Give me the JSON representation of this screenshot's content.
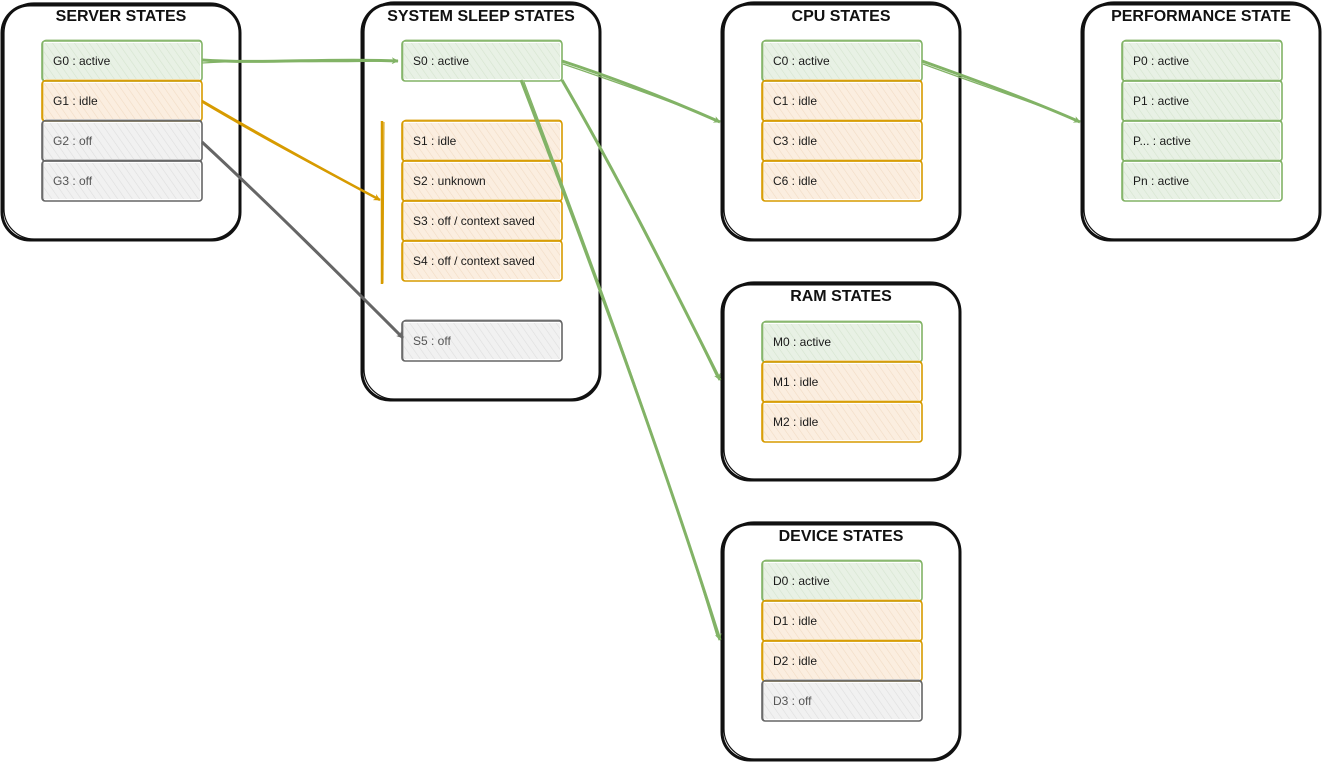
{
  "colors": {
    "active": {
      "stroke": "#82b366",
      "fill": "#e8f1e5",
      "text": "#1a1a1a"
    },
    "idle": {
      "stroke": "#d79b00",
      "fill": "#fbeee0",
      "text": "#1a1a1a"
    },
    "off": {
      "stroke": "#666666",
      "fill": "#f1f1f1",
      "text": "#555555"
    },
    "group_border": "#111111"
  },
  "groups": [
    {
      "id": "server",
      "title": "SERVER STATES",
      "states": [
        {
          "id": "G0",
          "label": "G0 : active",
          "kind": "active"
        },
        {
          "id": "G1",
          "label": "G1 : idle",
          "kind": "idle"
        },
        {
          "id": "G2",
          "label": "G2 : off",
          "kind": "off"
        },
        {
          "id": "G3",
          "label": "G3 : off",
          "kind": "off"
        }
      ]
    },
    {
      "id": "sleep",
      "title": "SYSTEM SLEEP STATES",
      "states": [
        {
          "id": "S0",
          "label": "S0 : active",
          "kind": "active"
        },
        {
          "id": "S1",
          "label": "S1 : idle",
          "kind": "idle"
        },
        {
          "id": "S2",
          "label": "S2 : unknown",
          "kind": "idle"
        },
        {
          "id": "S3",
          "label": "S3 : off / context saved",
          "kind": "idle"
        },
        {
          "id": "S4",
          "label": "S4 : off / context saved",
          "kind": "idle"
        },
        {
          "id": "S5",
          "label": "S5 : off",
          "kind": "off"
        }
      ]
    },
    {
      "id": "cpu",
      "title": "CPU STATES",
      "states": [
        {
          "id": "C0",
          "label": "C0 : active",
          "kind": "active"
        },
        {
          "id": "C1",
          "label": "C1 : idle",
          "kind": "idle"
        },
        {
          "id": "C3",
          "label": "C3 : idle",
          "kind": "idle"
        },
        {
          "id": "C6",
          "label": "C6 : idle",
          "kind": "idle"
        }
      ]
    },
    {
      "id": "perf",
      "title": "PERFORMANCE STATE",
      "states": [
        {
          "id": "P0",
          "label": "P0 : active",
          "kind": "active"
        },
        {
          "id": "P1",
          "label": "P1 : active",
          "kind": "active"
        },
        {
          "id": "Pdots",
          "label": "P... : active",
          "kind": "active"
        },
        {
          "id": "Pn",
          "label": "Pn : active",
          "kind": "active"
        }
      ]
    },
    {
      "id": "ram",
      "title": "RAM STATES",
      "states": [
        {
          "id": "M0",
          "label": "M0 : active",
          "kind": "active"
        },
        {
          "id": "M1",
          "label": "M1 : idle",
          "kind": "idle"
        },
        {
          "id": "M2",
          "label": "M2 : idle",
          "kind": "idle"
        }
      ]
    },
    {
      "id": "device",
      "title": "DEVICE STATES",
      "states": [
        {
          "id": "D0",
          "label": "D0 : active",
          "kind": "active"
        },
        {
          "id": "D1",
          "label": "D1 : idle",
          "kind": "idle"
        },
        {
          "id": "D2",
          "label": "D2 : idle",
          "kind": "idle"
        },
        {
          "id": "D3",
          "label": "D3 : off",
          "kind": "off"
        }
      ]
    }
  ],
  "connections": [
    {
      "from": "G0",
      "to": "S0",
      "kind": "active"
    },
    {
      "from": "G1",
      "to": "S1-S4",
      "kind": "idle"
    },
    {
      "from": "G2",
      "to": "S5",
      "kind": "off"
    },
    {
      "from": "S0",
      "to": "cpu",
      "kind": "active"
    },
    {
      "from": "S0",
      "to": "ram",
      "kind": "active"
    },
    {
      "from": "S0",
      "to": "device",
      "kind": "active"
    },
    {
      "from": "C0",
      "to": "perf",
      "kind": "active"
    }
  ]
}
